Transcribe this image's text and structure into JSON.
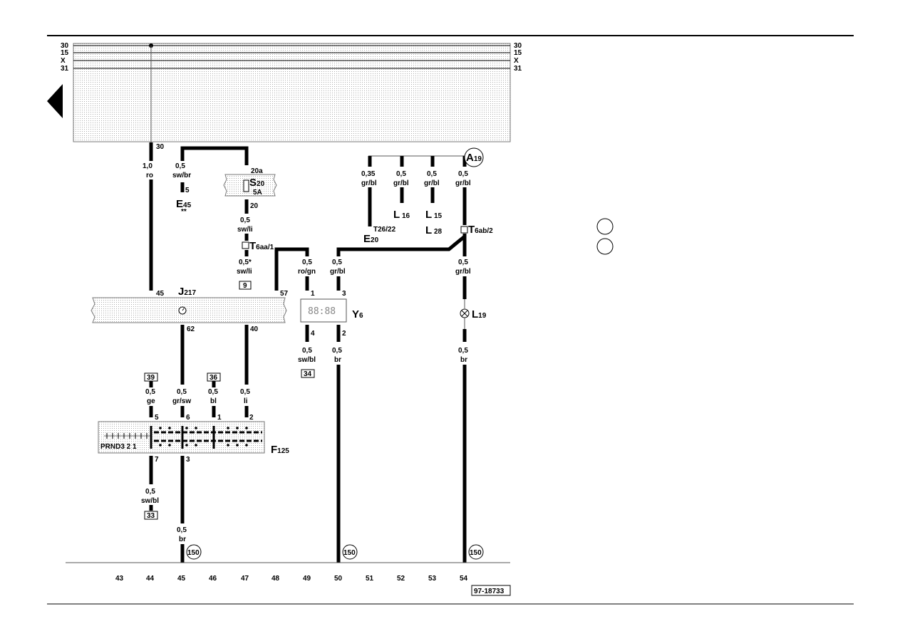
{
  "bus": {
    "labels": [
      "30",
      "15",
      "X",
      "31"
    ]
  },
  "col_numbers": [
    "43",
    "44",
    "45",
    "46",
    "47",
    "48",
    "49",
    "50",
    "51",
    "52",
    "53",
    "54"
  ],
  "ref_code": "97-18733",
  "wire_sizes": [
    "1,0",
    "0,5",
    "0,5",
    "0,5*",
    "0,35",
    "0,5",
    "0,5",
    "0,5",
    "0,5",
    "0,5",
    "0,5",
    "0,5",
    "0,5",
    "0,5",
    "0,5",
    "0,5",
    "0,5",
    "0,5",
    "0,5"
  ],
  "wire_colors": {
    "w30": "ro",
    "e45": "sw/br",
    "s20": "sw/li",
    "t6aa": "sw/li",
    "e20": "gr/bl",
    "l16": "gr/bl",
    "l15": "gr/bl",
    "a19": "gr/bl",
    "ro_gn": "ro/gn",
    "y6_3": "gr/bl",
    "l19_top": "gr/bl",
    "y6_4": "sw/bl",
    "y6_2": "br",
    "l19_bot": "br",
    "f39": "ge",
    "f62": "gr/sw",
    "f36": "bl",
    "f40": "li",
    "f33": "sw/bl",
    "f150": "br"
  },
  "pins": {
    "p30": "30",
    "p20a": "20a",
    "p5": "5",
    "p20": "20",
    "p45": "45",
    "p57": "57",
    "p1": "1",
    "p3": "3",
    "p62": "62",
    "p40": "40",
    "p4": "4",
    "p2": "2",
    "f5": "5",
    "f6": "6",
    "f1": "1",
    "f2": "2",
    "f7": "7",
    "f3": "3",
    "t2622": "T26/22"
  },
  "components": {
    "E45": {
      "letter": "E",
      "sub": "45",
      "note": "**"
    },
    "S20": {
      "letter": "S",
      "sub": "20",
      "rating": "5A"
    },
    "T6aa": {
      "letter": "T",
      "sub": "6aa/1"
    },
    "T6ab": {
      "letter": "T",
      "sub": "6ab/2"
    },
    "J217": {
      "letter": "J",
      "sub": "217"
    },
    "Y6": {
      "letter": "Y",
      "sub": "6"
    },
    "L19": {
      "letter": "L",
      "sub": "19"
    },
    "E20": {
      "letter": "E",
      "sub": "20"
    },
    "L16": {
      "letter": "L",
      "sub": " 16"
    },
    "L15": {
      "letter": "L",
      "sub": " 15"
    },
    "L28": {
      "letter": "L",
      "sub": " 28"
    },
    "F125": {
      "letter": "F",
      "sub": "125",
      "gear": "PRND3 2 1"
    },
    "A19": {
      "letter": "A",
      "sub": "19"
    }
  },
  "refs": {
    "r9": "9",
    "r39": "39",
    "r36": "36",
    "r34": "34",
    "r33": "33",
    "r150": "150"
  },
  "display": "88:88"
}
